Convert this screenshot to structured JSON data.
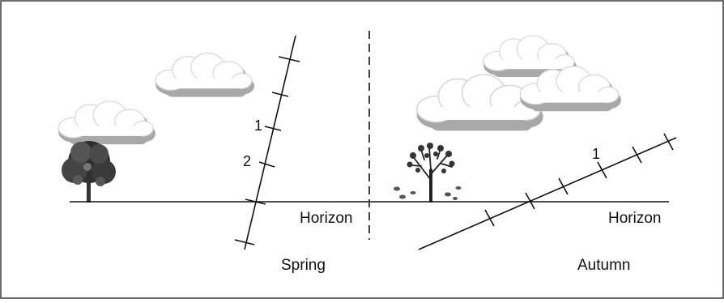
{
  "diagram": {
    "left_panel": {
      "horizon_label": "Horizon",
      "season_label": "Spring",
      "tick_labels": [
        "1",
        "2"
      ]
    },
    "right_panel": {
      "horizon_label": "Horizon",
      "season_label": "Autumn",
      "tick_labels": [
        "1"
      ]
    }
  }
}
